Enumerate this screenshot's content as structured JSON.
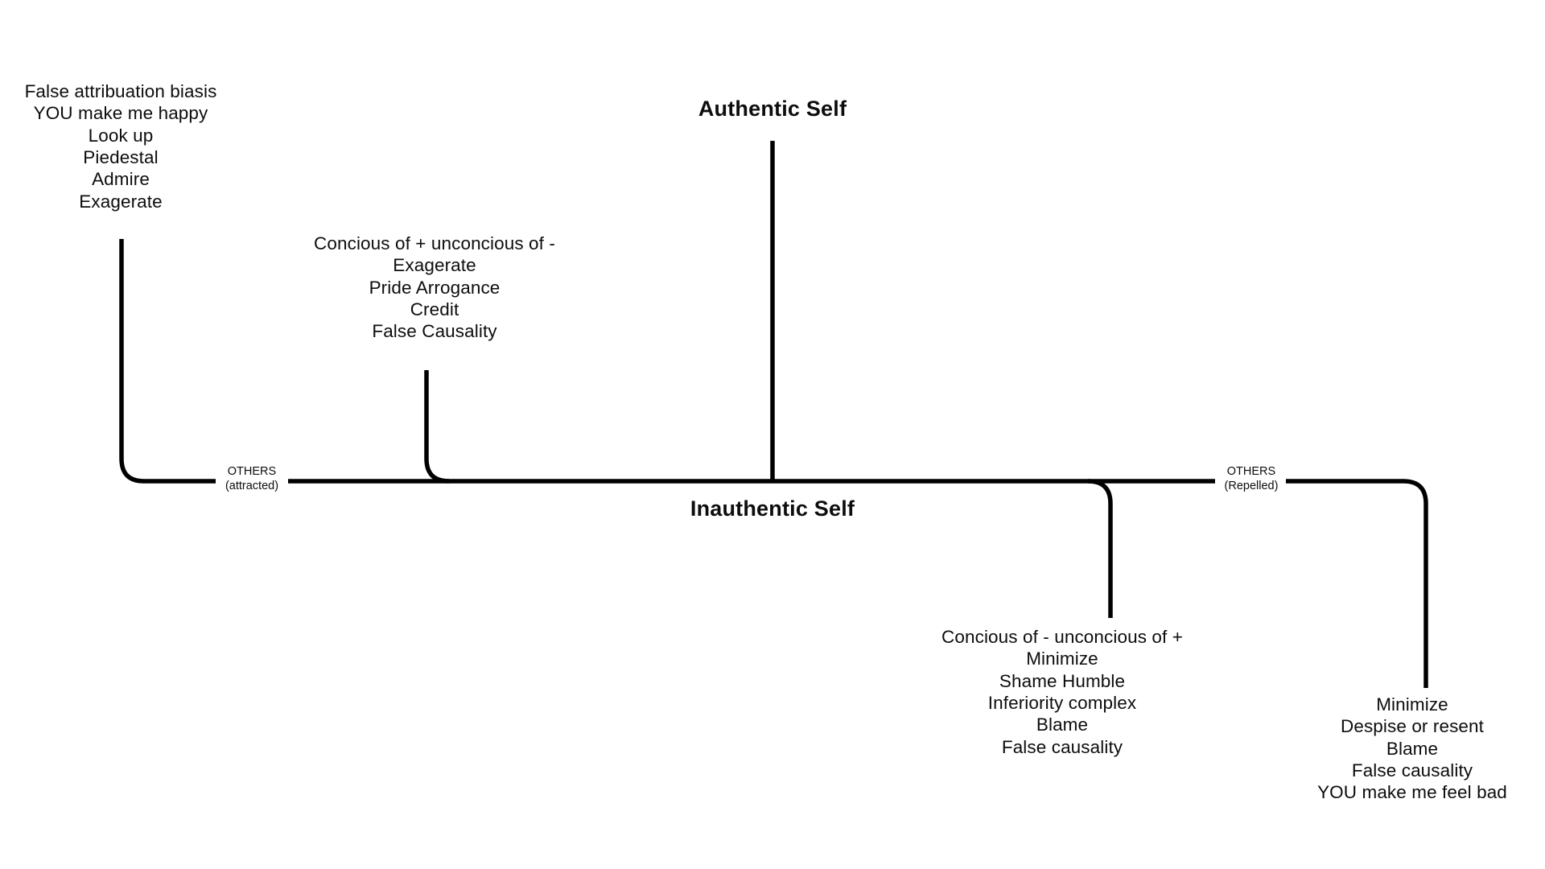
{
  "diagram": {
    "title_authentic": "Authentic Self",
    "title_inauthentic": "Inauthentic Self",
    "axis_color": "#000000",
    "text_color": "#0d0d0d",
    "background": "#ffffff",
    "labels": {
      "others_attracted_top": "OTHERS",
      "others_attracted_bottom": "(attracted)",
      "others_repelled_top": "OTHERS",
      "others_repelled_bottom": "(Repelled)"
    },
    "blocks": {
      "attracted_far": {
        "lines": [
          "False attribuation biasis",
          "YOU make me happy",
          "Look up",
          "Piedestal",
          "Admire",
          "Exagerate"
        ]
      },
      "attracted_near": {
        "lines": [
          "Concious of + unconcious of -",
          "Exagerate",
          "Pride Arrogance",
          "Credit",
          "False Causality"
        ]
      },
      "repelled_near": {
        "lines": [
          "Concious of - unconcious of +",
          "Minimize",
          "Shame Humble",
          "Inferiority complex",
          "Blame",
          "False causality"
        ]
      },
      "repelled_far": {
        "lines": [
          "Minimize",
          "Despise or resent",
          "Blame",
          "False causality",
          "YOU make me feel bad"
        ]
      }
    }
  }
}
